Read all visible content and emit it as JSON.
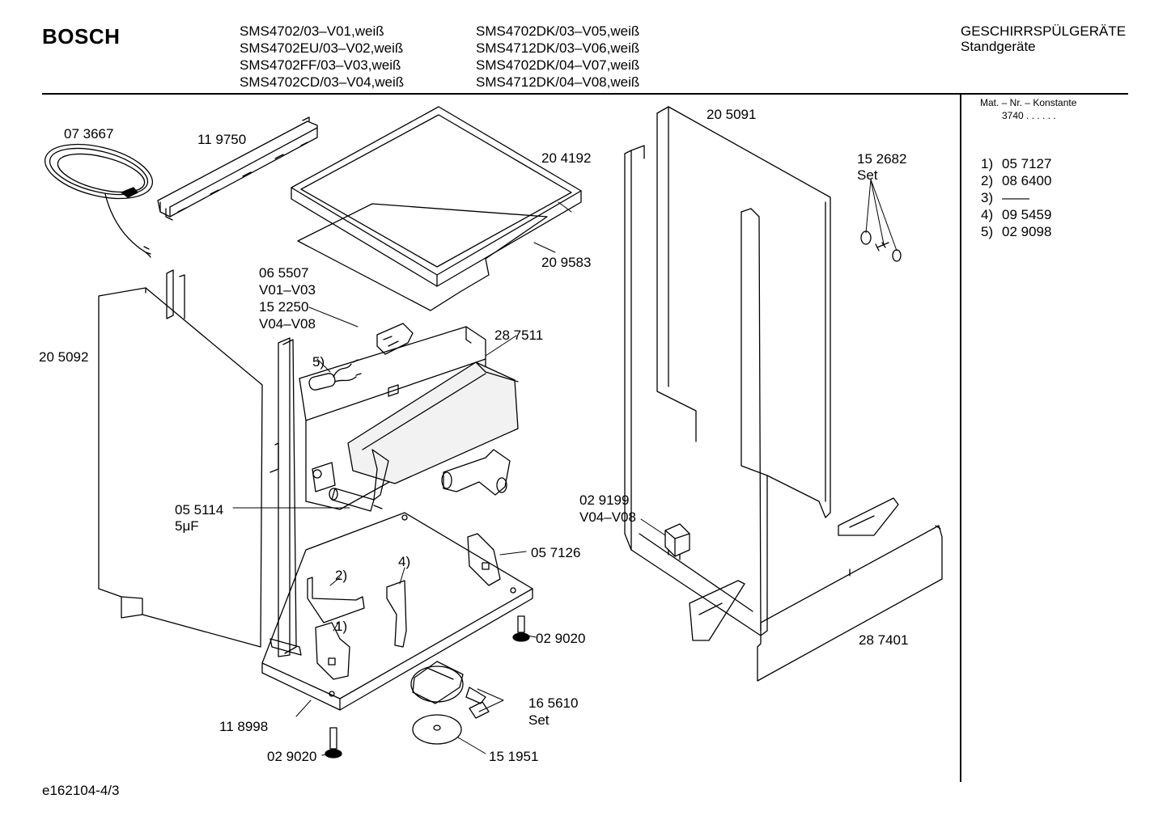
{
  "header": {
    "brand": "BOSCH",
    "models_col1": [
      "SMS4702/03–V01,weiß",
      "SMS4702EU/03–V02,weiß",
      "SMS4702FF/03–V03,weiß",
      "SMS4702CD/03–V04,weiß"
    ],
    "models_col2": [
      "SMS4702DK/03–V05,weiß",
      "SMS4712DK/03–V06,weiß",
      "SMS4702DK/04–V07,weiß",
      "SMS4712DK/04–V08,weiß"
    ],
    "category": "GESCHIRRSPÜLGERÄTE",
    "subcategory": "Standgeräte"
  },
  "sidebar": {
    "konstante_title": "Mat. – Nr. – Konstante",
    "konstante_value": "3740  .  .  .  .  .  .",
    "notes": [
      {
        "n": "1)",
        "v": "05 7127"
      },
      {
        "n": "2)",
        "v": "08 6400"
      },
      {
        "n": "3)",
        "v": "——"
      },
      {
        "n": "4)",
        "v": "09 5459"
      },
      {
        "n": "5)",
        "v": "02 9098"
      }
    ]
  },
  "parts": {
    "p073667": "07 3667",
    "p119750": "11 9750",
    "p204192": "20 4192",
    "p209583": "20 9583",
    "p205091": "20 5091",
    "p152682": "15 2682",
    "p152682_set": "Set",
    "p065507": "06 5507",
    "p065507_v": "V01–V03",
    "p152250": "15 2250",
    "p152250_v": "V04–V08",
    "p5": "5)",
    "p287511": "28 7511",
    "p205092": "20 5092",
    "p055114": "05 5114",
    "p055114_cap": "5μF",
    "p029199": "02 9199",
    "p029199_v": "V04–V08",
    "p057126": "05 7126",
    "p2": "2)",
    "p4": "4)",
    "p1": "1)",
    "p029020a": "02 9020",
    "p029020b": "02 9020",
    "p287401": "28 7401",
    "p118998": "11 8998",
    "p165610": "16 5610",
    "p165610_set": "Set",
    "p151951": "15 1951"
  },
  "footer": {
    "code": "e162104-4/3"
  }
}
